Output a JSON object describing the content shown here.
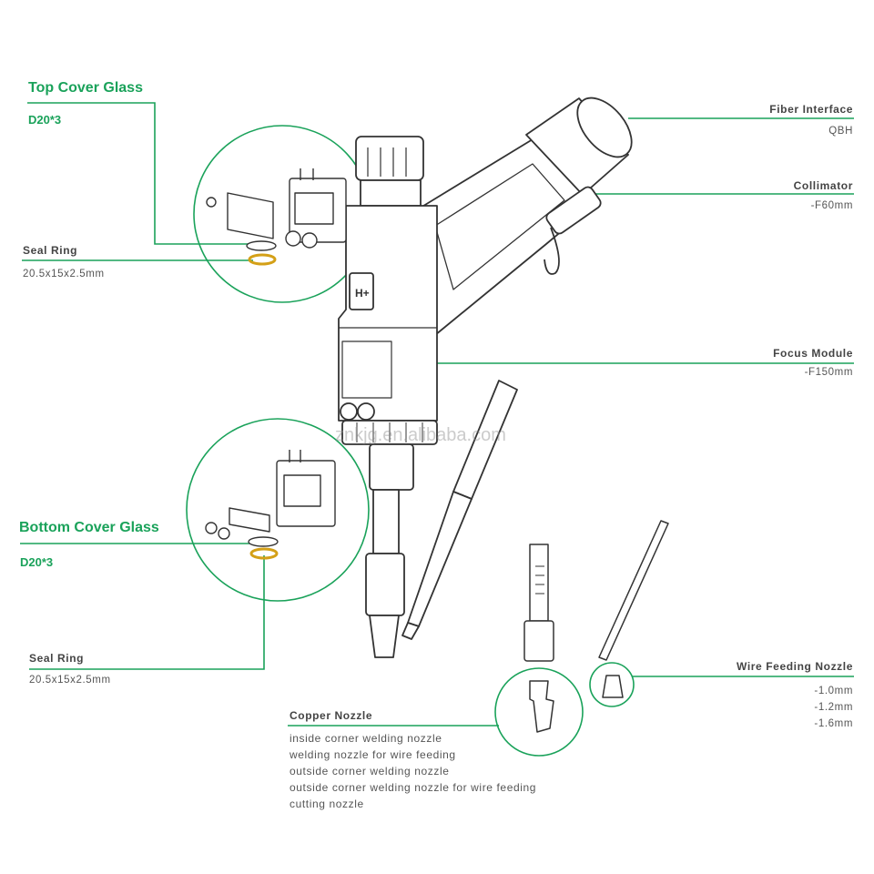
{
  "colors": {
    "leader": "#1aa25a",
    "title": "#1aa25a",
    "drawing": "#333333"
  },
  "top_cover_glass": {
    "title": "Top Cover Glass",
    "spec": "D20*3"
  },
  "top_seal_ring": {
    "name": "Seal Ring",
    "spec": "20.5x15x2.5mm"
  },
  "bottom_cover_glass": {
    "title": "Bottom Cover Glass",
    "spec": "D20*3"
  },
  "bottom_seal_ring": {
    "name": "Seal Ring",
    "spec": "20.5x15x2.5mm"
  },
  "fiber_interface": {
    "name": "Fiber Interface",
    "spec": "QBH"
  },
  "collimator": {
    "name": "Collimator",
    "spec": "-F60mm"
  },
  "focus_module": {
    "name": "Focus Module",
    "spec": "-F150mm"
  },
  "wire_feeding_nozzle": {
    "name": "Wire Feeding  Nozzle",
    "specs": [
      "-1.0mm",
      "-1.2mm",
      "-1.6mm"
    ]
  },
  "copper_nozzle": {
    "name": "Copper Nozzle",
    "types": [
      "inside corner welding nozzle",
      "welding nozzle for wire feeding",
      "outside corner welding nozzle",
      "outside corner welding nozzle for wire feeding",
      "cutting nozzle"
    ]
  },
  "watermark": "znkjg.en.alibaba.com",
  "head_logo": "H+"
}
